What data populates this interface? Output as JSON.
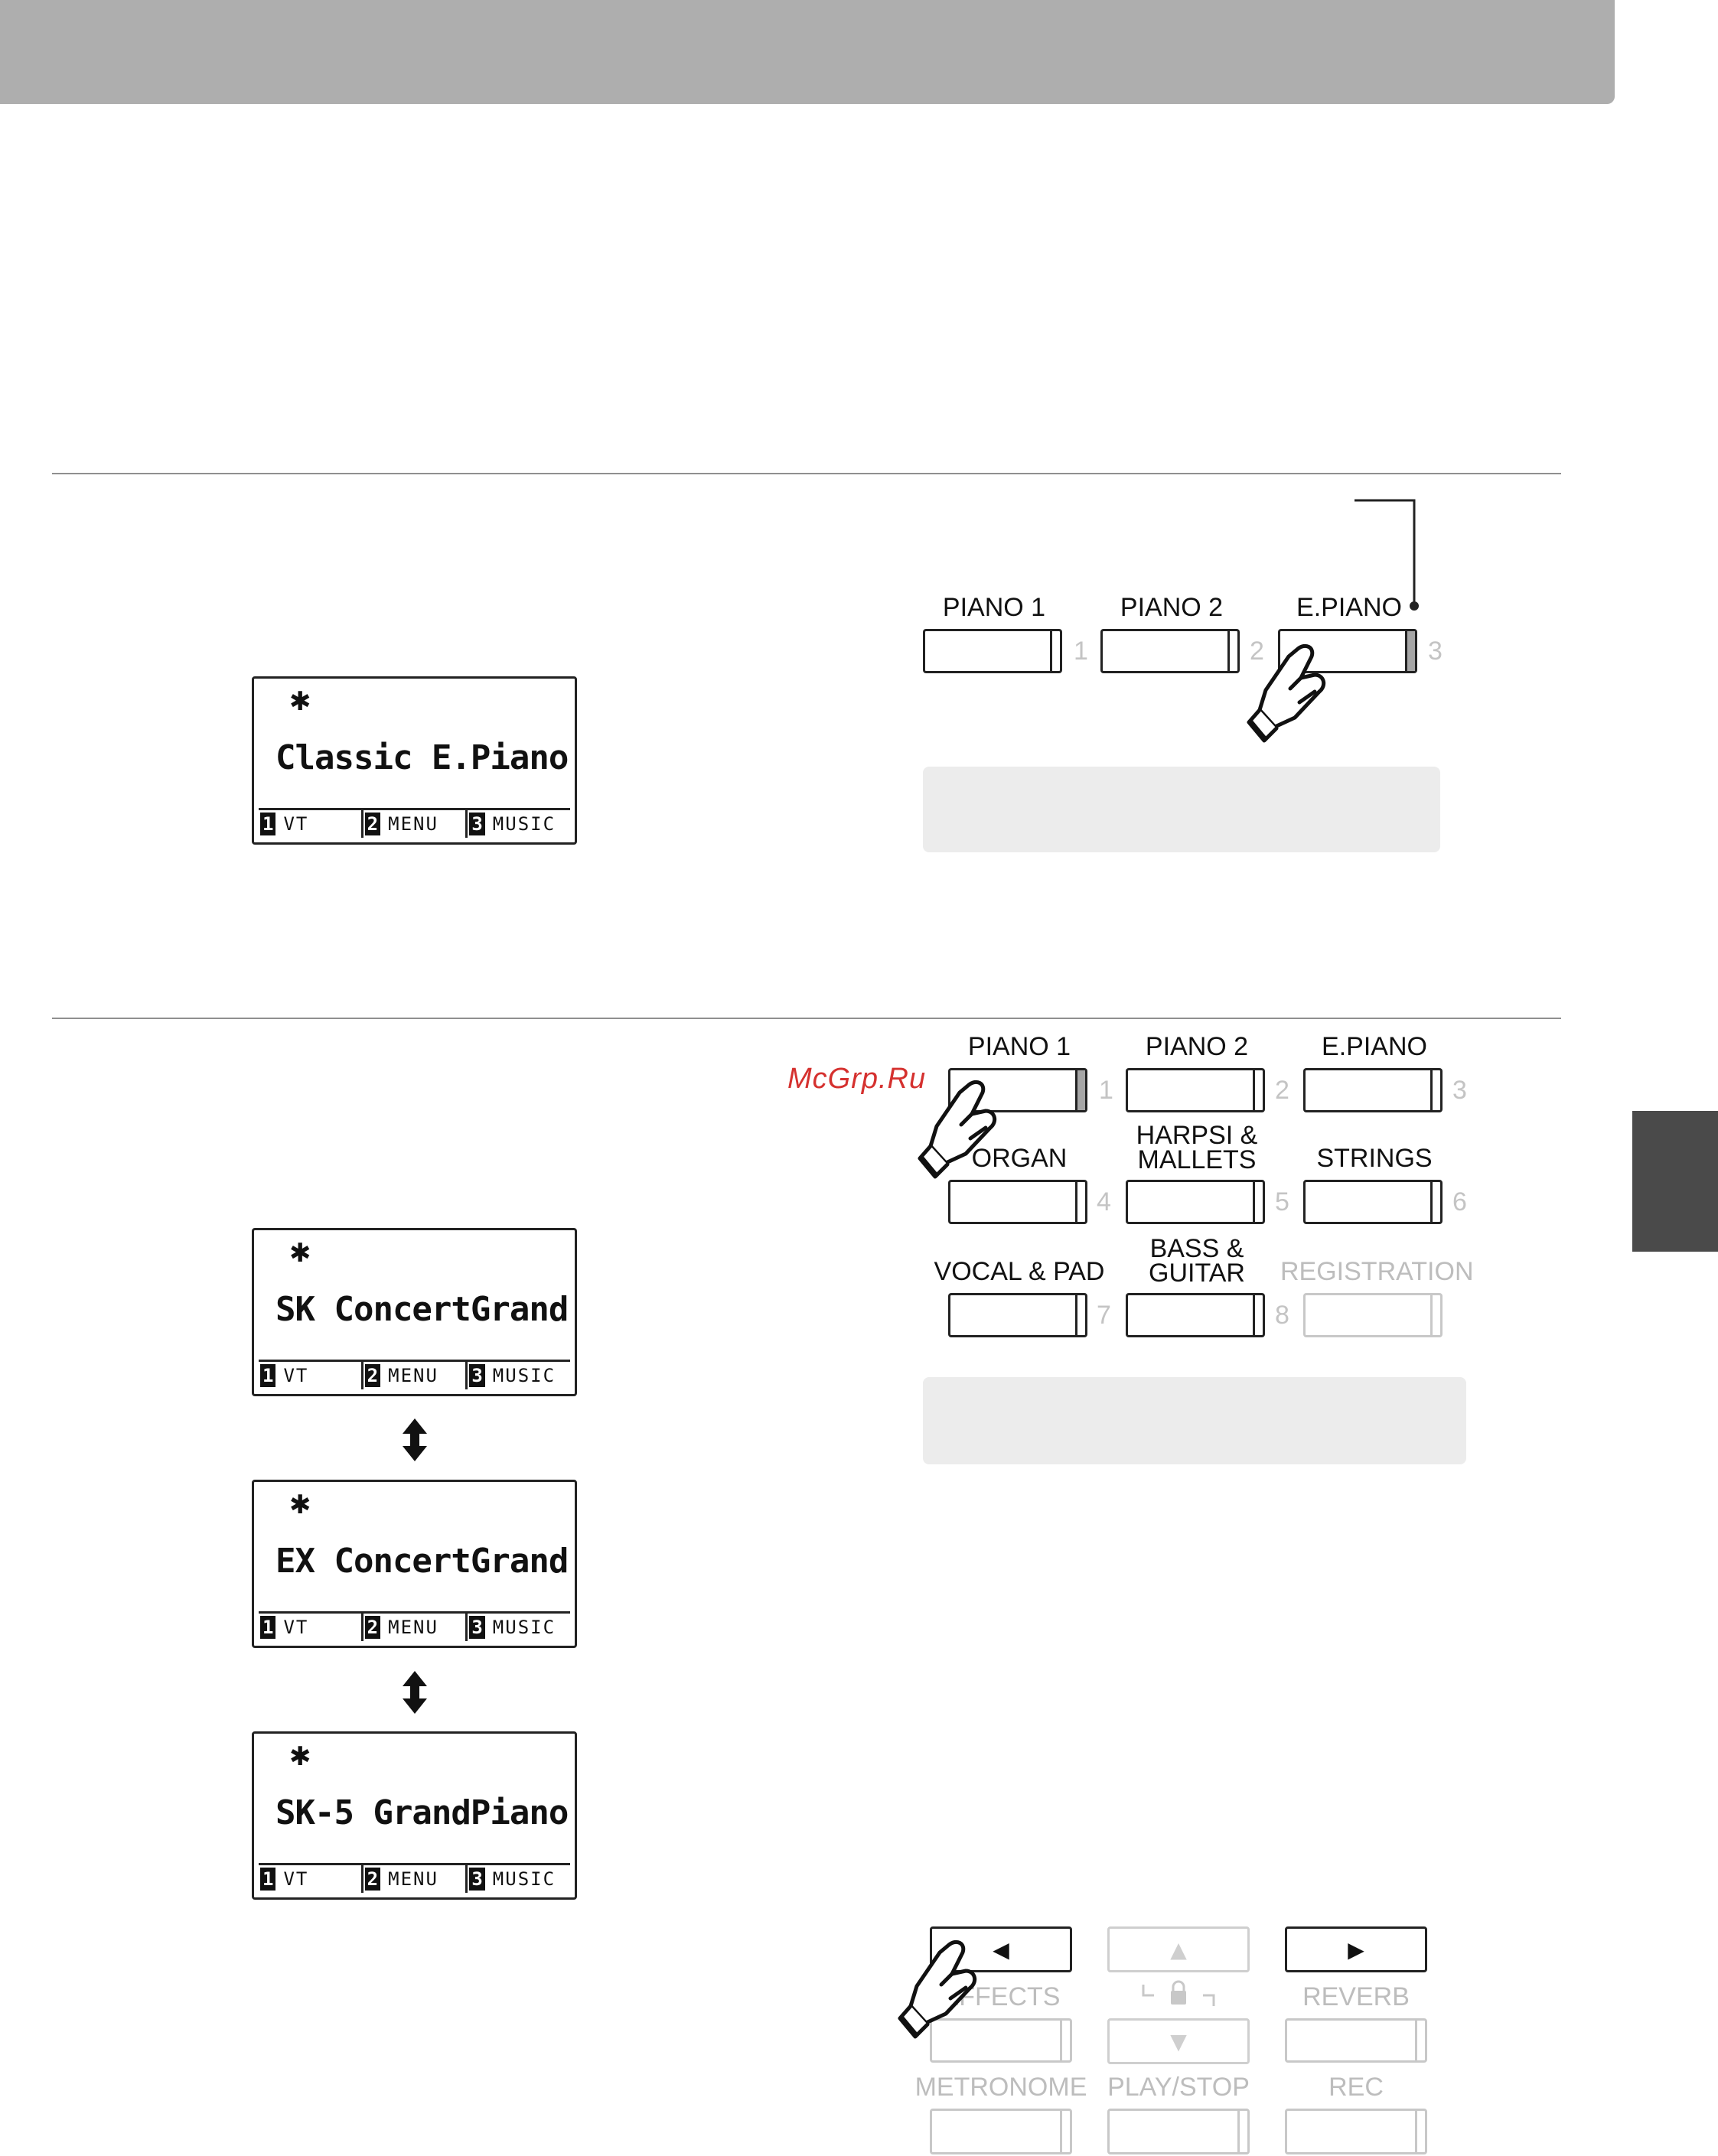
{
  "watermark": "McGrp.Ru",
  "lcd_common": {
    "bluetooth_icon": "bluetooth-icon",
    "menu": [
      {
        "num": "1",
        "label": "VT"
      },
      {
        "num": "2",
        "label": "MENU"
      },
      {
        "num": "3",
        "label": "MUSIC"
      }
    ]
  },
  "step1": {
    "lcd_name": "Classic E.Piano",
    "buttons": [
      {
        "label": "PIANO 1",
        "num": "1"
      },
      {
        "label": "PIANO 2",
        "num": "2"
      },
      {
        "label": "E.PIANO",
        "num": "3"
      }
    ]
  },
  "step2": {
    "lcd_names": [
      "SK ConcertGrand",
      "EX ConcertGrand",
      "SK-5 GrandPiano"
    ],
    "buttons": [
      {
        "label": "PIANO 1",
        "num": "1"
      },
      {
        "label": "PIANO 2",
        "num": "2"
      },
      {
        "label": "E.PIANO",
        "num": "3"
      },
      {
        "label": "ORGAN",
        "num": "4"
      },
      {
        "label_line1": "HARPSI &",
        "label_line2": "MALLETS",
        "num": "5"
      },
      {
        "label": "STRINGS",
        "num": "6"
      },
      {
        "label": "VOCAL & PAD",
        "num": "7"
      },
      {
        "label_line1": "BASS &",
        "label_line2": "GUITAR",
        "num": "8"
      },
      {
        "label": "REGISTRATION"
      }
    ]
  },
  "control_panel": {
    "left_arrow": "◀",
    "up_arrow": "▲",
    "down_arrow": "▼",
    "right_arrow": "▶",
    "lock_icon": "lock-icon",
    "effects_label": "EFFECTS",
    "reverb_label": "REVERB",
    "metronome_label": "METRONOME",
    "playstop_label": "PLAY/STOP",
    "rec_label": "REC"
  }
}
